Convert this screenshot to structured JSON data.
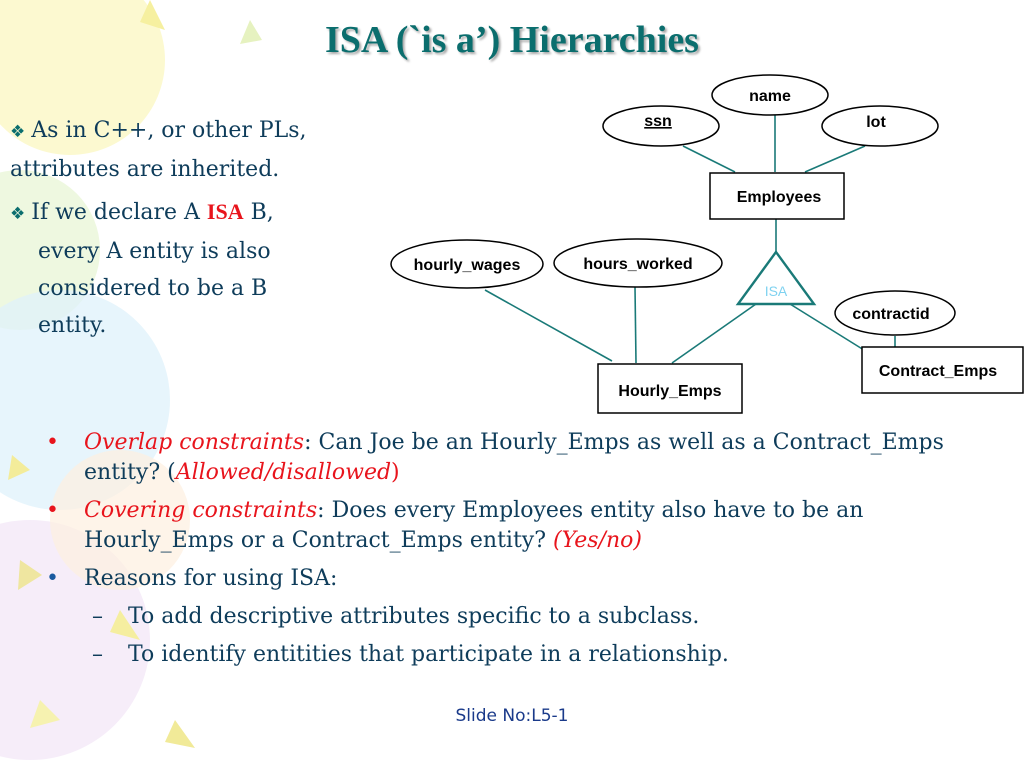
{
  "title": "ISA (`is a’) Hierarchies",
  "left": {
    "b1_text": "As in C++, or other PLs, attributes are inherited.",
    "b2_pre": "If we declare A ",
    "b2_isa": "ISA",
    "b2_post": " B,",
    "b2_line2": "every A entity is also",
    "b2_line3": "considered to be a B",
    "b2_line4": "entity."
  },
  "diagram": {
    "entities": {
      "employees": "Employees",
      "hourly_emps": "Hourly_Emps",
      "contract_emps": "Contract_Emps"
    },
    "attributes": {
      "name": "name",
      "ssn": "ssn",
      "lot": "lot",
      "hourly_wages": "hourly_wages",
      "hours_worked": "hours_worked",
      "contractid": "contractid"
    },
    "isa_label": "ISA"
  },
  "bullets": {
    "overlap_label": "Overlap constraints",
    "overlap_text": ":  Can Joe be an Hourly_Emps as well as a Contract_Emps entity?  (",
    "overlap_italic": "Allowed/disallowed",
    "overlap_close": ")",
    "covering_label": "Covering constraints",
    "covering_text": ":  Does every Employees entity also have to be an Hourly_Emps or a Contract_Emps entity? ",
    "covering_italic": "(Yes/no)",
    "reasons": "Reasons for using ISA:",
    "sub1": "To add descriptive attributes specific to a subclass.",
    "sub2": "To identify entitities that participate in a relationship."
  },
  "footer": "Slide No:L5-1",
  "colors": {
    "title": "#0b6e6e",
    "body_text": "#0e3c5a",
    "accent_red": "#e8141c",
    "diagram_line": "#1a7a78"
  }
}
